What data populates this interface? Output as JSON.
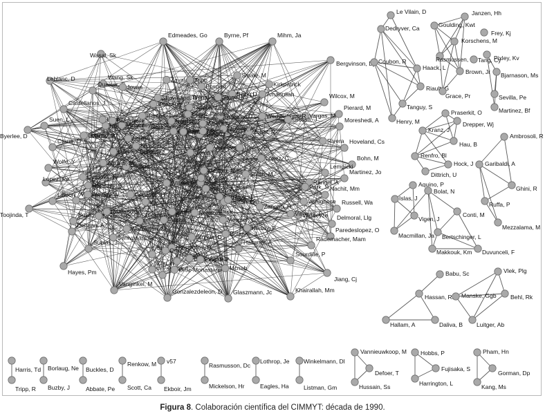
{
  "caption": {
    "label": "Figura 8",
    "text": ". Colaboración científica del CIMMYT: década de 1990."
  },
  "colors": {
    "node_fill": "#a9a9a9",
    "node_stroke": "#6e6e6e",
    "edge": "#222222"
  },
  "main_network": {
    "peripheral_labels": [
      "Edmeades, Go",
      "Byrne, Pf",
      "Mihm, Ja",
      "Wasal, Sk",
      "Bergvinson, Dj",
      "Leblanc, D",
      "Wang, Sk",
      "Quaiser, C",
      "Castellanos, J",
      "Byerlee, D",
      "Suen, L",
      "Crane, D",
      "Wolfe, Y",
      "Lopez, Pe",
      "Liboon",
      "Toojinda, T",
      "Dehaan, A",
      "Hayes, Pm",
      "Vanginkel, M",
      "Gonzalezdeleon, D",
      "Glaszmann, Jc",
      "Khairallah, Mm",
      "Jiang, Cj",
      "Pierard, M",
      "Moreshedi, A",
      "Hoveland, Cs",
      "Bohn, M",
      "Martinez, Jo",
      "Russell, Wa",
      "Delmoral, Llg",
      "Paredeslopez, O",
      "Rademacher, Mam",
      "Sourdille, P",
      "Hallauer, A",
      "Wilcox, M",
      "Lempicki",
      "Nachit, Mm",
      "Subias, J",
      "Zhu, H",
      "Pollak, L",
      "Blanco",
      "Pagola, S",
      "Thompson, B",
      "Webby, Gry",
      "Bush, Sb"
    ],
    "interior_labels": [
      "Heaton, D",
      "Jovan",
      "Monastero, S",
      "Gorts",
      "Amanullah",
      "Ramanujam, S",
      "Stryker, D",
      "Loreaux",
      "Rangel, A",
      "Zobel, R",
      "Serratos, J",
      "Rossi, S",
      "Roberts, D",
      "Moreno-Gonzalez",
      "Vandeyze",
      "Coron",
      "Nourse, S",
      "Villasenor, J",
      "Vargas, M",
      "Gutierrez",
      "Kirkpatrick",
      "Chen, Z",
      "Wedderburn, R",
      "Mccauley",
      "Vahidy, A",
      "Rivera",
      "Romagosa",
      "Hoisington, D",
      "Timmons",
      "Meixner, C",
      "Merlino, M",
      "Zanghu, H",
      "Pospisil",
      "Warburton, M",
      "Singh, S",
      "Thie, D",
      "Ramos, T",
      "Ratliff",
      "Lopez, C",
      "Tanksley",
      "Shao, D",
      "Smith, M",
      "Phillips",
      "Martin, M",
      "Park, S",
      "Woodley",
      "Gillie",
      "Vencovsky",
      "Beck, D",
      "Lothrop, J",
      "Bolanos, J",
      "Ribaut, J",
      "Torres, F",
      "Rajaram, S",
      "Pfeiffer, W",
      "Crossa, J",
      "Sayre, K",
      "Fischer, R",
      "Reynolds, M",
      "Ortiz, R",
      "Mujeeb, A",
      "Skovmand, B",
      "Deleon, C",
      "Bidinger",
      "Pandey, S",
      "Zavala, J",
      "Ceballos, H",
      "Willcox",
      "Badu-Apraku",
      "Srinivasan, G",
      "Cordova, H",
      "Vasal, Sk",
      "Pingali, P",
      "Heisey, P",
      "Morris, M",
      "Smale, M",
      "Lopez-Pereira",
      "Tripp",
      "Aquino, M",
      "Ortiz-Monasterio",
      "Villegas, E",
      "Mcnab",
      "Varughese"
    ]
  },
  "clusters": [
    {
      "id": "A",
      "labels": [
        "Le Vilain, D",
        "Dedryver, Ca",
        "Coubon, R",
        "Haack, L",
        "Riault, G",
        "Tanguy, S",
        "Henry, M"
      ]
    },
    {
      "id": "B",
      "labels": [
        "Janzen, Hh",
        "Goulding, Kwt",
        "Korschens, M",
        "Rasmussen, Pe",
        "Brown, Jr",
        "Grace, Pr"
      ]
    },
    {
      "id": "C",
      "labels": [
        "Frey, Kj",
        "Tang, Cy",
        "Pixley, Kv",
        "Bjarnason, Ms",
        "Sevilla, Pe",
        "Martinez, Bf"
      ]
    },
    {
      "id": "D",
      "labels": [
        "Praserkit, O",
        "Drepper, Wj",
        "Kranz, J",
        "Hau, B",
        "Renfro, Bl",
        "Hock, J",
        "Dittrich, U"
      ]
    },
    {
      "id": "E",
      "labels": [
        "Ambrosoli, R",
        "Garibaldi, A",
        "Ghini, R",
        "Ruffa, P",
        "Mezzalama, M"
      ]
    },
    {
      "id": "F",
      "labels": [
        "Aquino, P",
        "Islas, J",
        "Vigen, J",
        "Macmillan, Ja",
        "Bolat, N",
        "Conti, M",
        "Bertschinger, L",
        "Makkouk, Km",
        "Duvunceli, F"
      ]
    },
    {
      "id": "G",
      "labels": [
        "Babu, Sc",
        "Hassan, Rm",
        "Hallam, A",
        "Daliva, B"
      ]
    },
    {
      "id": "H",
      "labels": [
        "Vlek, Plg",
        "Manske, Ggb",
        "Behl, Rk",
        "Luitger, Ab"
      ]
    }
  ],
  "bottom_groups": [
    {
      "id": "p1",
      "labels": [
        "Harris, Td",
        "Tripp, R"
      ]
    },
    {
      "id": "p2",
      "labels": [
        "Borlaug, Ne",
        "Buzby, J"
      ]
    },
    {
      "id": "p3",
      "labels": [
        "Buckles, D",
        "Abbate, Pe"
      ]
    },
    {
      "id": "p4",
      "labels": [
        "Renkow, M",
        "Scott, Ca"
      ]
    },
    {
      "id": "p5",
      "labels": [
        "v57",
        "Ekboir, Jm"
      ]
    },
    {
      "id": "p6",
      "labels": [
        "Rasmusson, Dc",
        "Mickelson, Hr"
      ]
    },
    {
      "id": "p7",
      "labels": [
        "Lothrop, Je",
        "Eagles, Ha"
      ]
    },
    {
      "id": "p8",
      "labels": [
        "Winkelmann, Dl",
        "Listman, Gm"
      ]
    },
    {
      "id": "t1",
      "labels": [
        "Vannieuwkoop, M",
        "Defoer, T",
        "Hussain, Ss"
      ]
    },
    {
      "id": "t2",
      "labels": [
        "Hobbs, P",
        "Fujisaka, S",
        "Harrington, L"
      ]
    },
    {
      "id": "t3",
      "labels": [
        "Pham, Hn",
        "Gorman, Dp",
        "Kang, Ms"
      ]
    }
  ]
}
